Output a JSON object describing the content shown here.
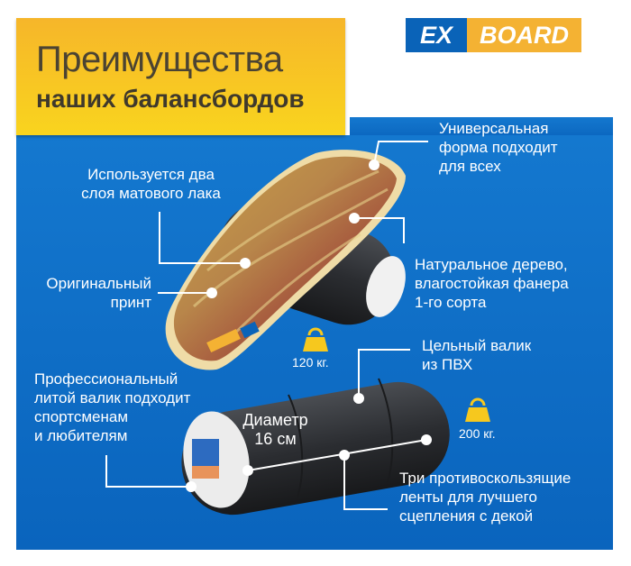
{
  "title": {
    "line1": "Преимущества",
    "line2": "наших балансбордов"
  },
  "logo": {
    "ex": "EX",
    "board": "BOARD"
  },
  "colors": {
    "blue": "#0a64bd",
    "yellow": "#f9c823",
    "orange": "#f4b233"
  },
  "callouts": {
    "shape": "Универсальная\nформа подходит\nдля всех",
    "lacquer": "Используется два\nслоя матового лака",
    "wood": "Натуральное дерево,\nвлагостойкая фанера\n1-го сорта",
    "print": "Оригинальный\nпринт",
    "pvc": "Цельный валик\nиз ПВХ",
    "cast": "Профессиональный\nлитой валик подходит\nспортсменам\nи любителям",
    "diameter": "Диаметр\n16 см",
    "strips": "Три противоскользящие\nленты для лучшего\nсцепления с декой"
  },
  "weights": {
    "board": "120 кг.",
    "roller": "200 кг."
  },
  "icons": [
    "weight-icon"
  ]
}
